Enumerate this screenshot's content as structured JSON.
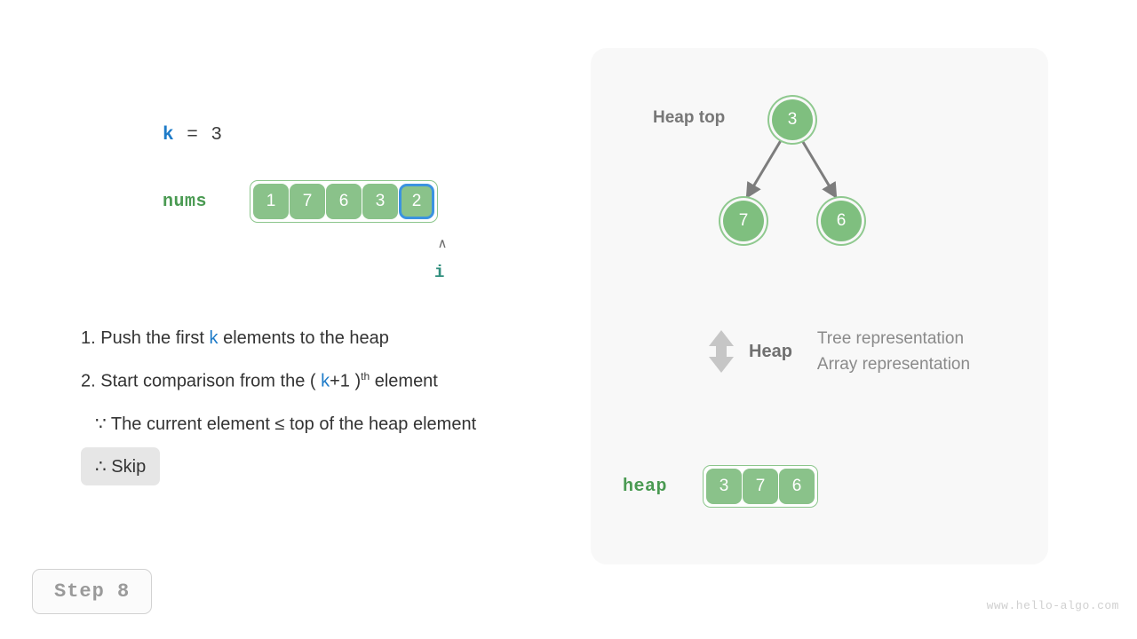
{
  "left": {
    "k_var": "k",
    "k_assign": "=  3",
    "nums_label": "nums",
    "nums_values": [
      "1",
      "7",
      "6",
      "3",
      "2"
    ],
    "highlight_index": 4,
    "pointer_caret": "∧",
    "pointer_label": "i",
    "step1_prefix": "1. Push the first ",
    "step1_var": "k",
    "step1_suffix": " elements to the heap",
    "step2_prefix": "2. Start comparison from the ( ",
    "step2_var": "k",
    "step2_mid": "+1 )",
    "step2_sup": "th",
    "step2_suffix": " element",
    "reason": "∵ The current element ≤ top of the heap element",
    "conclusion": "∴ Skip",
    "step_badge": "Step 8",
    "watermark": "www.hello-algo.com"
  },
  "panel": {
    "heap_top_label": "Heap top",
    "tree": {
      "root": "3",
      "left_child": "7",
      "right_child": "6"
    },
    "legend": {
      "heap_label": "Heap",
      "tree_repr": "Tree representation",
      "array_repr": "Array representation"
    },
    "heap_label": "heap",
    "heap_values": [
      "3",
      "7",
      "6"
    ]
  },
  "colors": {
    "cell_green": "#8AC28A",
    "accent_blue": "#3B93E0",
    "label_green": "#4A9A52",
    "pointer_teal": "#318F7E",
    "panel_bg": "#F8F8F8"
  }
}
